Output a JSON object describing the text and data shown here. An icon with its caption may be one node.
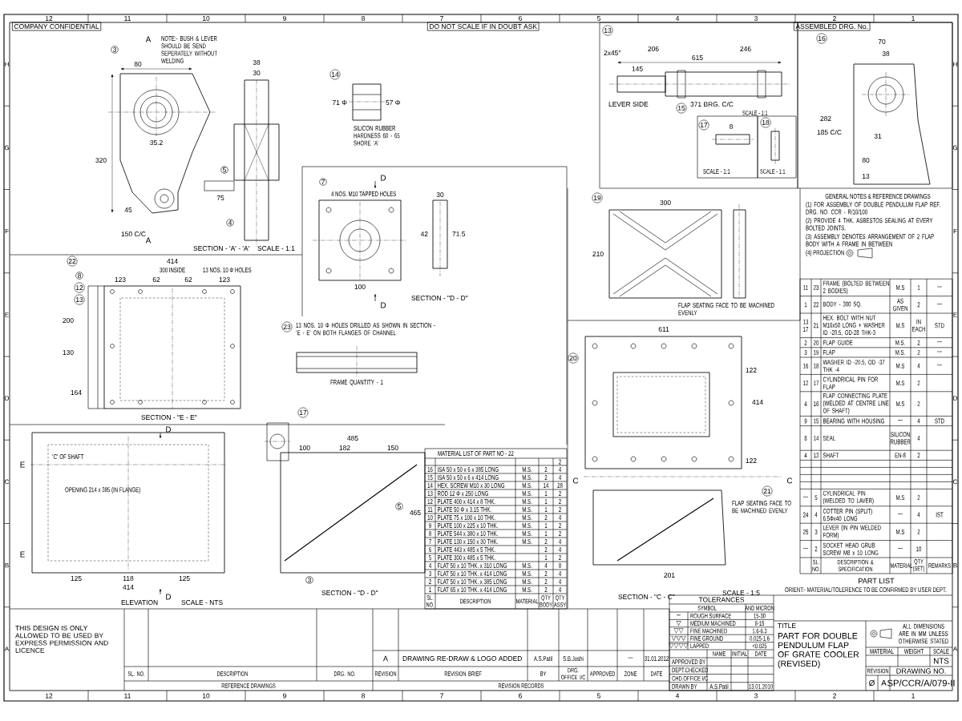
{
  "diagram": {
    "labels": [
      "COMPANY CONFIDENTIAL",
      "DO NOT SCALE IF IN DOUBT ASK",
      "ASSEMBLED DRG. No.",
      "12",
      "11",
      "10",
      "9",
      "8",
      "7",
      "6",
      "5",
      "4",
      "3",
      "2",
      "1",
      "12",
      "11",
      "10",
      "9",
      "8",
      "7",
      "6",
      "5",
      "4",
      "3",
      "2",
      "1",
      "H",
      "G",
      "F",
      "E",
      "D",
      "C",
      "B",
      "A",
      "H",
      "G",
      "F",
      "E",
      "D",
      "C",
      "B",
      "A",
      "3",
      "A",
      "NOTE:- BUSH & LEVER SHOULD BE SEND SEPERATELY WITHOUT WELDING",
      "80",
      "38",
      "30",
      "320",
      "150 C/C",
      "45",
      "35.2",
      "75",
      "5",
      "4",
      "A",
      "SECTION - 'A' - 'A'",
      "SCALE - 1:1",
      "14",
      "71 Φ",
      "57 Φ",
      "SILICON RUBBER HARDNESS 60 - 65 SHORE 'A'",
      "7",
      "4 NOS. M10 TAPPED HOLES",
      "D",
      "D",
      "100",
      "30",
      "42",
      "71.5",
      "SECTION - \"D - D\"",
      "13",
      "615",
      "206",
      "246",
      "145",
      "2x45°",
      "LEVER SIDE",
      "15",
      "371 BRG. C/C",
      "SCALE - 1:1",
      "17",
      "8",
      "SCALE - 1:1",
      "18",
      "SCALE - 1:1",
      "16",
      "70",
      "38",
      "282",
      "185 C/C",
      "31",
      "80",
      "13",
      "19",
      "300",
      "210",
      "FLAP SEATING FACE TO BE MACHINED EVENLY",
      "GENERAL NOTES & REFERENCE DRAWINGS",
      "(1) FOR ASSEMBLY OF DOUBLE PENDULUM FLAP REF. DRG. NO. CCR - R/10/100",
      "(2) PROVIDE 4 THK. ASBESTOS SEALING AT EVERY BOLTED JOINTS.",
      "(3) ASSEMBLY DENOTES ARRANGEMENT OF 2 FLAP BODY WITH A FRAME IN BETWEEN",
      "(4) PROJECTION",
      "22",
      "414",
      "300 INSIDE",
      "13 NOS. 10 Φ HOLES",
      "123",
      "62",
      "62",
      "123",
      "8",
      "12",
      "13",
      "200",
      "130",
      "164",
      "SECTION - \"E - E\"",
      "23",
      "13 NOS. 10 Φ HOLES DRILLED AS SHOWN IN SECTION - 'E - E' ON BOTH FLANGES OF CHANNEL",
      "FRAME QUANTITY - 1",
      "D",
      "E",
      "'C' OF SHAFT",
      "OPENING 214 x 385 (IN FLANGE)",
      "125",
      "118",
      "125",
      "414",
      "D",
      "E",
      "ELEVATION",
      "SCALE - NTS",
      "17",
      "485",
      "100",
      "182",
      "150",
      "465",
      "5",
      "3",
      "SECTION - \"D - D\"",
      "20",
      "611",
      "C",
      "C",
      "122",
      "414",
      "122",
      "21",
      "FLAP SEATING FACE TO BE MACHINED EVENLY",
      "201",
      "SECTION - \"C - C\"",
      "SCALE - 1:5",
      "MATERIAL LIST OF PART NO - 22",
      "2",
      "16",
      "ISA 50 x 50 x 6 x 385 LONG",
      "M.S.",
      "2",
      "4",
      "15",
      "ISA 50 x 50 x 6 x 414 LONG",
      "M.S.",
      "2",
      "4",
      "14",
      "HEX. SCREW M10 x 30 LONG",
      "M.S.",
      "14",
      "28",
      "13",
      "ROD 12 Φ x 250 LONG",
      "M.S.",
      "1",
      "2",
      "12",
      "PLATE 400 x 414 x 8 THK.",
      "M.S.",
      "1",
      "2",
      "11",
      "PLATE 50 Φ x 3.15 THK.",
      "M.S.",
      "1",
      "2",
      "10",
      "PLATE 75 x 100 x 10 THK.",
      "M.S.",
      "2",
      "4",
      "9",
      "PLATE 100 x 225 x 10 THK.",
      "M.S.",
      "1",
      "2",
      "8",
      "PLATE 544 x 380 x 10 THK.",
      "M.S.",
      "1",
      "2",
      "7",
      "PLATE 130 x 150 x 30 THK.",
      "M.S.",
      "2",
      "4",
      "6",
      "PLATE 443 x 485 x 5 THK.",
      "2",
      "4",
      "5",
      "PLATE 300 x 485 x 5 THK.",
      "1",
      "2",
      "4",
      "FLAT 50 x 10 THK. x 310 LONG",
      "M.S.",
      "4",
      "8",
      "3",
      "FLAT 50 x 10 THK. x 414 LONG",
      "M.S.",
      "2",
      "4",
      "2",
      "FLAT 50 x 10 THK. x 385 LONG",
      "M.S.",
      "2",
      "4",
      "1",
      "FLAT 65 x 10 THK. x 414 LONG",
      "M.S.",
      "2",
      "4",
      "SL. NO.",
      "DESCRIPTION",
      "MATERIAL",
      "QTY BODY",
      "QTY ASSY",
      "11",
      "23",
      "FRAME (BOLTED BETWEEN 2 BODIES)",
      "M.S",
      "1",
      "—",
      "1",
      "22",
      "BODY - 300 SQ.",
      "AS GIVEN",
      "2",
      "—",
      "13 17",
      "21",
      "HEX. BOLT WITH NUT M16x50 LONG + WASHER ID -20.5, OD-28 THK-3",
      "M.S",
      "IN EACH",
      "STD",
      "2",
      "20",
      "FLAP GUIDE",
      "M.S.",
      "2",
      "—",
      "3",
      "19",
      "FLAP",
      "M.S.",
      "2",
      "—",
      "16",
      "18",
      "WASHER ID -20.5, OD -37 THK -4",
      "M.S",
      "4",
      "—",
      "12",
      "17",
      "CYLINDRICAL PIN FOR FLAP",
      "M.S",
      "2",
      "4",
      "16",
      "FLAP CONNECTING PLATE (WELDED AT CENTRE LINE OF SHAFT)",
      "M.S",
      "2",
      "9",
      "15",
      "BEARING WITH HOUSING",
      "—",
      "4",
      "STD",
      "8",
      "14",
      "SEAL",
      "SILICON RUBBER",
      "4",
      "4",
      "13",
      "SHAFT",
      "EN-8",
      "2",
      "—",
      "5",
      "CYLINDRICAL PIN (WELDED TO LAVER)",
      "M.S",
      "2",
      "24",
      "4",
      "COTTER PIN (SPLIT) 6.5Φx40 LONG",
      "—",
      "4",
      "IST",
      "25",
      "3",
      "LEVER (IN PIN WELDED FORM)",
      "M.S",
      "2",
      "—",
      "2",
      "SOCKET HEAD GRUB SCREW M8 x 10 LONG",
      "—",
      "10",
      "SL. NO.",
      "DESCRIPTION & SPECIFICATION",
      "MATERIAL",
      "QTY (SET)",
      "REMARKS",
      "PART LIST",
      "ORIENT:- MATERIAL/TOLERENCE TO BE CONFIRMED BY USER DEPT.",
      "TOLERANCES",
      "SYMBOL",
      "AND MICRON",
      "~",
      "ROUGH SURFACE",
      "15-30",
      "▽",
      "MEDIUM MACHINED",
      "8-15",
      "▽▽",
      "FINE MACHINED",
      "1.6-6.3",
      "▽▽▽",
      "FINE GROUND",
      "0.025-1.6",
      "▽▽▽▽",
      "LAPPED",
      "<0.025",
      "NAME",
      "INITIAL",
      "DATE",
      "APPROVED BY",
      "DEPT.CHECKED",
      "CHD.OFFICE I/C",
      "DRAWN BY",
      "A.S.Patil",
      "13.01.2010",
      "TITLE",
      "PART FOR DOUBLE PENDULUM FLAP OF GRATE COOLER (REVISED)",
      "ALL DIMENSIONS ARE IN MM UNLESS OTHERWISE STATED",
      "MATERIAL",
      "WEIGHT",
      "SCALE",
      "NTS",
      "REVISION",
      "DRAWING NO.",
      "Ø",
      "A",
      "SP/CCR/A/079-II",
      "THIS DESIGN IS ONLY ALLOWED TO BE USED BY EXPRESS PERMISSION AND LICENCE",
      "SL. NO.",
      "DESCRIPTION",
      "DRG. NO.",
      "REFERENCE DRAWINGS",
      "A",
      "DRAWING RE-DRAW & LOGO ADDED",
      "A.S.Patil",
      "S.B.Joshi",
      "—",
      "31.01.2012",
      "REVISION",
      "REVISION BRIEF",
      "BY",
      "DRG. OFFICE I/C",
      "APPROVED",
      "ZONE",
      "DATE",
      "REVISION RECORDS"
    ]
  }
}
